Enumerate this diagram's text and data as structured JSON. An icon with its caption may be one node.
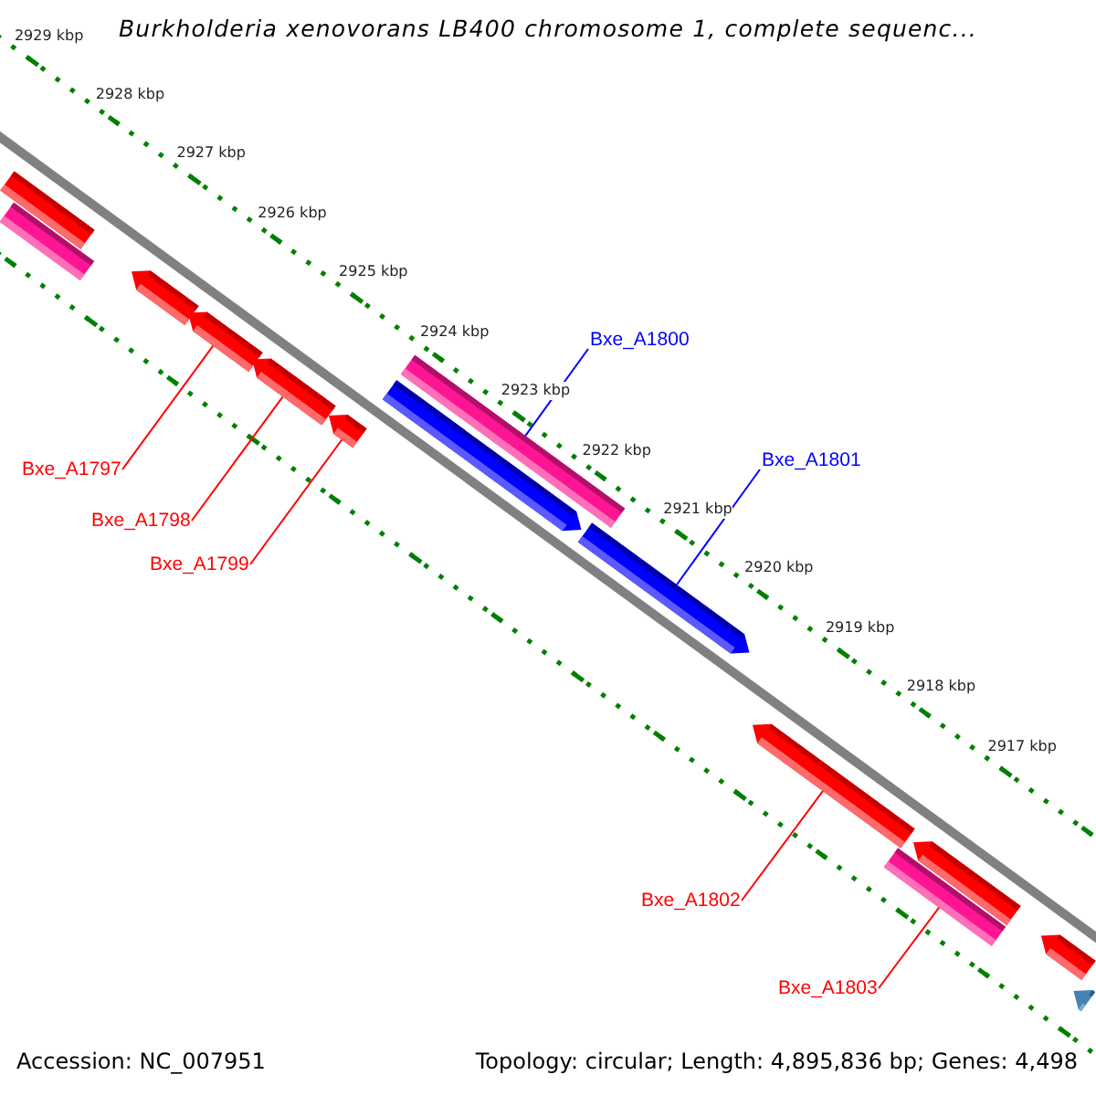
{
  "diagram": {
    "title": "Burkholderia xenovorans LB400 chromosome 1, complete sequenc...",
    "nodes": [
      {
        "text": [],
        "shape": "bar"
      },
      {
        "text": [],
        "shape": "bar"
      },
      {
        "text": [],
        "shape": "bar"
      },
      {
        "text": [],
        "shape": "bar"
      },
      {
        "text": [],
        "shape": "bar"
      },
      {
        "text": [],
        "shape": "bar"
      },
      {
        "text": [],
        "shape": "bar"
      },
      {
        "text": [],
        "shape": "bar"
      },
      {
        "text": [],
        "shape": "bar"
      },
      {
        "text": [],
        "shape": "bar"
      },
      {
        "text": [],
        "shape": "bar"
      },
      {
        "text": [],
        "shape": "bar"
      },
      {
        "text": [],
        "shape": "bar"
      },
      {
        "text": [],
        "shape": "bar"
      },
      {
        "text": [
          "Bxe_A1797"
        ]
      },
      {
        "text": [
          "Bxe_A1798"
        ]
      },
      {
        "text": [
          "Bxe_A1799"
        ]
      },
      {
        "text": [
          "Bxe_A1800"
        ]
      },
      {
        "text": [
          "Bxe_A1801"
        ]
      },
      {
        "text": [
          "Bxe_A1802"
        ]
      },
      {
        "text": [
          "Bxe_A1803"
        ]
      }
    ],
    "edges": [
      {
        "from": 14,
        "to": 3,
        "arrow": "none"
      },
      {
        "from": 15,
        "to": 4,
        "arrow": "none"
      },
      {
        "from": 16,
        "to": 5,
        "arrow": "none"
      },
      {
        "from": 17,
        "to": 7,
        "arrow": "none",
        "color": "#0000ff"
      },
      {
        "from": 18,
        "to": 8,
        "arrow": "none",
        "color": "#0000ff"
      },
      {
        "from": 19,
        "to": 9,
        "arrow": "none"
      },
      {
        "from": 20,
        "to": 10,
        "arrow": "none"
      }
    ],
    "labels": [
      "2929 kbp",
      "2928 kbp",
      "2927 kbp",
      "2926 kbp",
      "2925 kbp",
      "2924 kbp",
      "2923 kbp",
      "2922 kbp",
      "2921 kbp",
      "2920 kbp",
      "2919 kbp",
      "2918 kbp",
      "2917 kbp",
      "Accession: NC_007951",
      "Topology: circular; Length: 4,895,836 bp; Genes: 4,498"
    ]
  }
}
